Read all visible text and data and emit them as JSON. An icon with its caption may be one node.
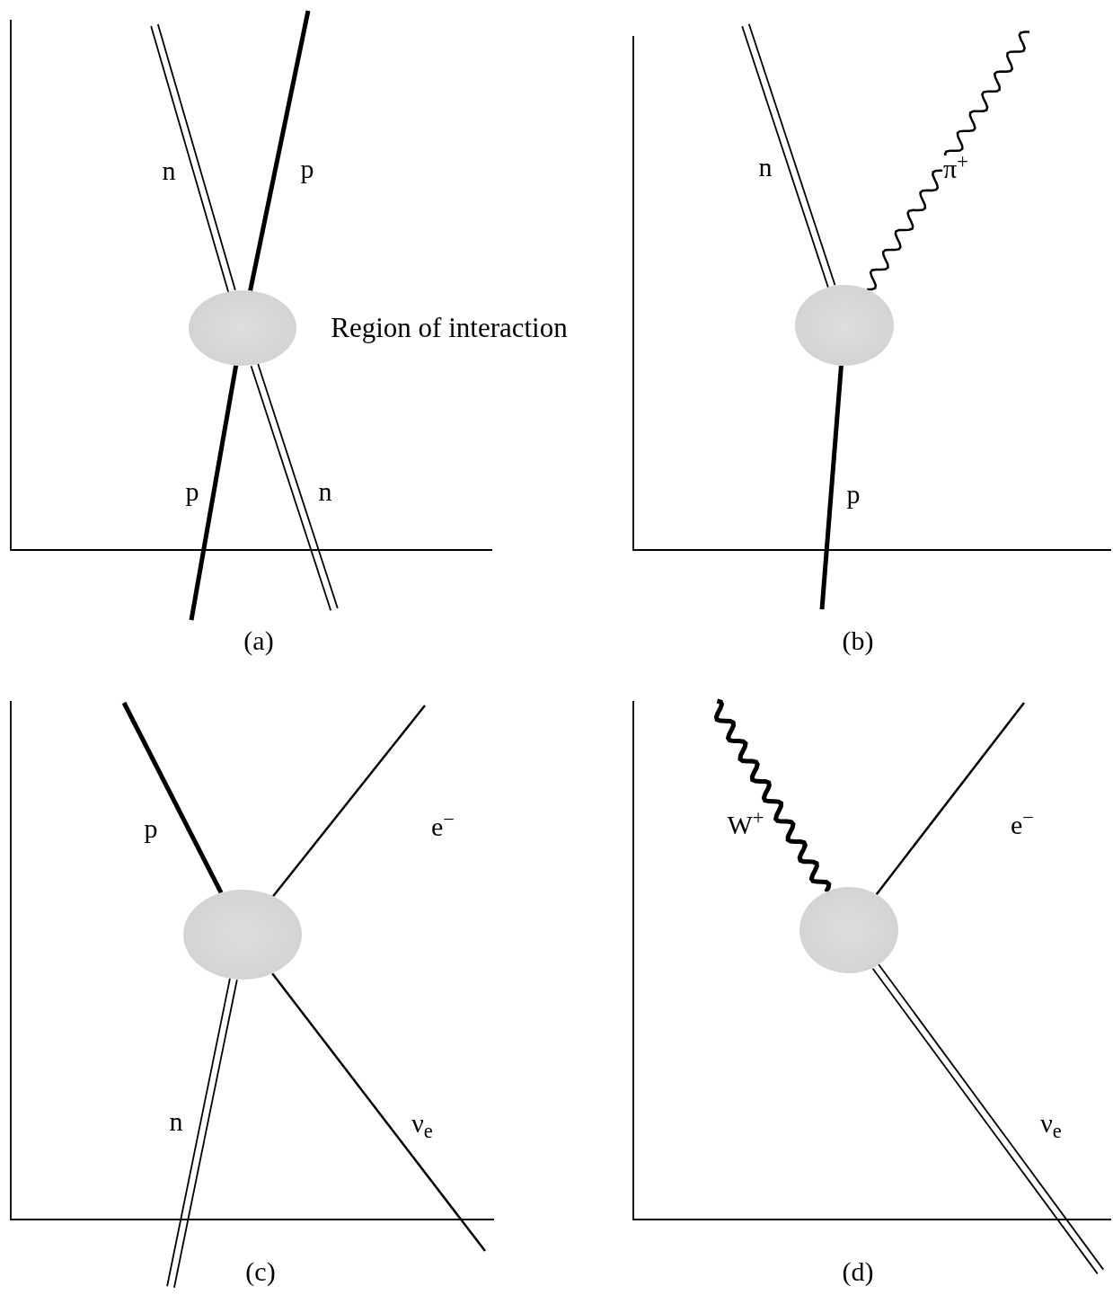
{
  "diagram": {
    "nodes": [
      {
        "text": [],
        "shape": "circle",
        "beside": [
          "Region of interaction"
        ]
      },
      {
        "text": [],
        "shape": "circle"
      },
      {
        "text": [],
        "shape": "circle"
      },
      {
        "text": [],
        "shape": "circle"
      }
    ],
    "edges": [
      {
        "from": 0,
        "to": null,
        "arrow": "none",
        "label": "n"
      },
      {
        "from": 0,
        "to": null,
        "arrow": "none",
        "label": "p",
        "style": "thick"
      },
      {
        "from": null,
        "to": 0,
        "arrow": "none",
        "label": "p",
        "style": "thick"
      },
      {
        "from": null,
        "to": 0,
        "arrow": "none",
        "label": "n"
      },
      {
        "from": 1,
        "to": null,
        "arrow": "none",
        "label": "n"
      },
      {
        "from": 1,
        "to": null,
        "arrow": "none",
        "label": "π$^{+}$"
      },
      {
        "from": null,
        "to": 1,
        "arrow": "none",
        "label": "p",
        "style": "thick"
      },
      {
        "from": 2,
        "to": null,
        "arrow": "none",
        "label": "p",
        "style": "thick"
      },
      {
        "from": 2,
        "to": null,
        "arrow": "none",
        "label": "e$^{−}$"
      },
      {
        "from": null,
        "to": 2,
        "arrow": "none",
        "label": "n"
      },
      {
        "from": null,
        "to": 2,
        "arrow": "none",
        "label": "ν$_{e}$"
      },
      {
        "from": 3,
        "to": null,
        "arrow": "none",
        "label": "W$^{+}$",
        "style": "thick"
      },
      {
        "from": 3,
        "to": null,
        "arrow": "none",
        "label": "e$^{−}$"
      },
      {
        "from": null,
        "to": 3,
        "arrow": "none",
        "label": "ν$_{e}$"
      }
    ],
    "labels": [
      "(a)",
      "(b)",
      "(c)",
      "(d)"
    ]
  }
}
